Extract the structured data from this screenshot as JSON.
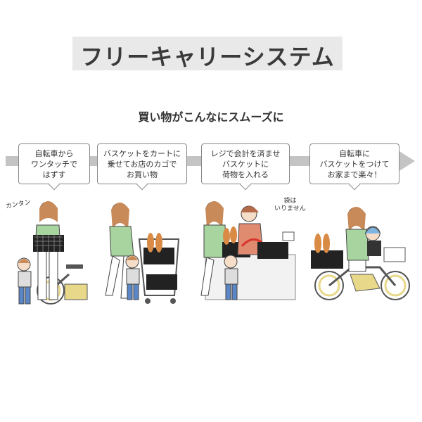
{
  "header": {
    "title": "フリーキャリーシステム"
  },
  "subtitle": "買い物がこんなにスムーズに",
  "steps": [
    {
      "label": "自転車から\nワンタッチで\nはずす"
    },
    {
      "label": "バスケットをカートに\n乗せてお店のカゴで\nお買い物"
    },
    {
      "label": "レジで会計を済ませ\nバスケットに\n荷物を入れる"
    },
    {
      "label": "自転車に\nバスケットをつけて\nお家まで楽々！"
    }
  ],
  "notes": {
    "kantan": "カンタン",
    "bag": "袋は\nいりません"
  },
  "colors": {
    "title_bg": "#e9e9ea",
    "arrow": "#c4c4c4",
    "shirt": "#a8d4a0",
    "bike": "#e8d88a",
    "hair": "#c98a5a"
  }
}
